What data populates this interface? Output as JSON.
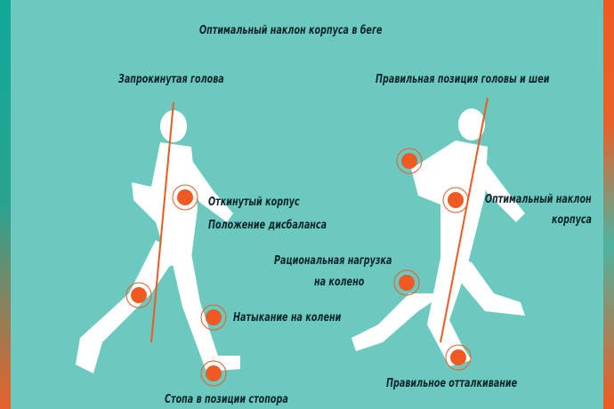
{
  "title": "Оптимальный наклон корпуса в беге",
  "left": {
    "head": "Запрокинутая голова",
    "torso_1": "Откинутый корпус",
    "torso_2": "Положение дисбаланса",
    "knee": "Натыкание на колени",
    "foot": "Стопа в позиции стопора"
  },
  "right": {
    "head": "Правильная позиция головы и шеи",
    "torso_1": "Оптимальный наклон",
    "torso_2": "корпуса",
    "knee_1": "Рациональная нагрузка",
    "knee_2": "на колено",
    "foot": "Правильное отталкивание"
  },
  "colors": {
    "background": "#6cc9c0",
    "marker": "#f05a22",
    "silhouette": "#ffffff",
    "text": "#10252a"
  }
}
